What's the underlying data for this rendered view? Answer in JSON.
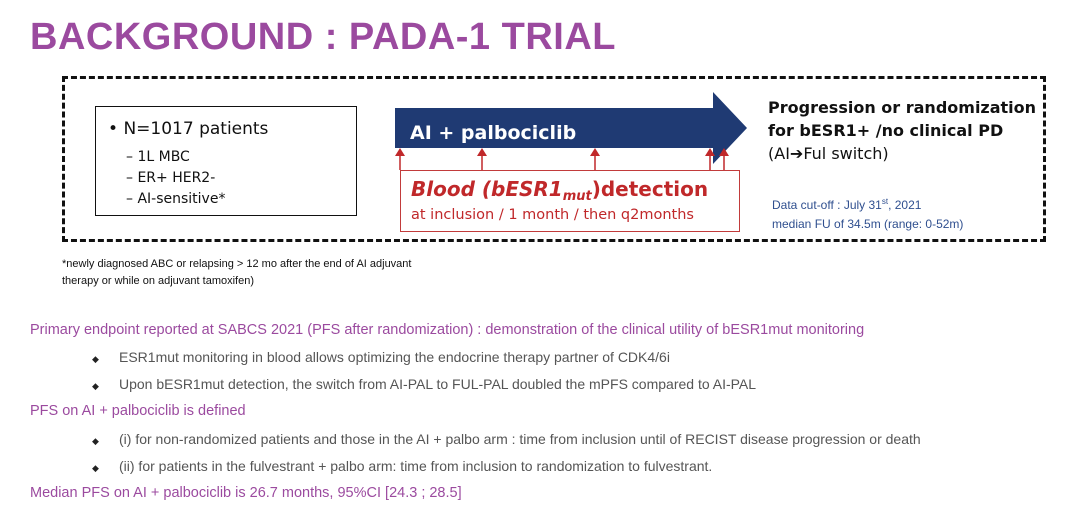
{
  "title": "BACKGROUND : PADA-1 TRIAL",
  "criteria": {
    "main": "N=1017 patients",
    "items": [
      "1L MBC",
      "ER+ HER2-",
      "AI-sensitive*"
    ]
  },
  "arrow_label": "AI + palbociclib",
  "detection": {
    "title_pre": "Blood (bESR1",
    "title_sub": "mut",
    "title_post": ")detection",
    "schedule": "at inclusion / 1 month / then q2months"
  },
  "progression": {
    "line1": "Progression or randomization",
    "line2": "for bESR1+ /no clinical PD",
    "line3": "(AI➔Ful switch)"
  },
  "cutoff": {
    "line1_pre": "Data cut-off : July 31",
    "line1_sup": "st",
    "line1_post": ", 2021",
    "line2": "median FU of 34.5m (range: 0-52m)"
  },
  "footnote": "*newly diagnosed ABC or relapsing > 12 mo after the end of AI adjuvant therapy or while on adjuvant tamoxifen)",
  "primary_endpoint": "Primary endpoint reported at SABCS 2021 (PFS after randomization) : demonstration of the clinical utility of bESR1mut monitoring",
  "primary_bullets": [
    "ESR1mut monitoring in blood allows optimizing the endocrine therapy partner of CDK4/6i",
    "Upon bESR1mut detection,  the switch from AI-PAL to FUL-PAL doubled the mPFS compared to AI-PAL"
  ],
  "pfs_defined": "PFS on AI + palbociclib is defined",
  "pfs_bullets": [
    "(i) for non-randomized patients and those in the AI + palbo arm : time from inclusion until of RECIST disease progression or death",
    "(ii) for patients in the fulvestrant + palbo arm: time from inclusion to randomization to fulvestrant."
  ],
  "median_pfs": "Median PFS on AI + palbociclib is 26.7 months, 95%CI [24.3 ; 28.5]",
  "colors": {
    "title": "#9b4a9f",
    "arrow": "#1f3a73",
    "detect": "#c0282a",
    "cutoff": "#2f4f8f"
  }
}
